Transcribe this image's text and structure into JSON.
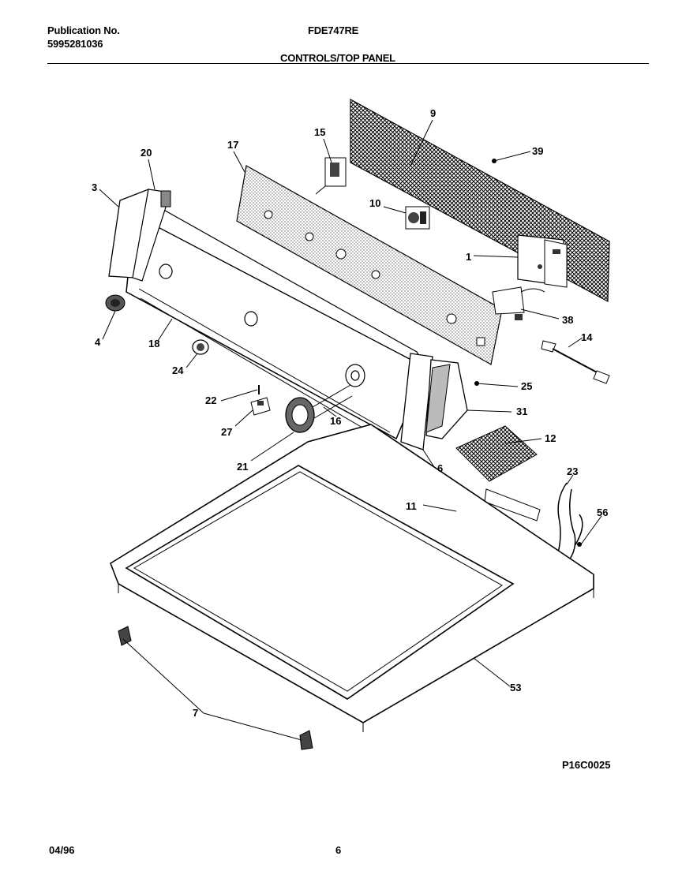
{
  "header": {
    "publication_label": "Publication No.",
    "publication_number": "5995281036",
    "model": "FDE747RE",
    "section_title": "CONTROLS/TOP PANEL"
  },
  "figure_id": "P16C0025",
  "footer": {
    "date": "04/96",
    "page": "6"
  },
  "callouts": {
    "c1": "1",
    "c3": "3",
    "c4": "4",
    "c6": "6",
    "c7": "7",
    "c9": "9",
    "c10": "10",
    "c11": "11",
    "c12": "12",
    "c14": "14",
    "c15": "15",
    "c16": "16",
    "c17": "17",
    "c18": "18",
    "c20": "20",
    "c21": "21",
    "c22": "22",
    "c23": "23",
    "c24": "24",
    "c25": "25",
    "c27": "27",
    "c31": "31",
    "c38": "38",
    "c39": "39",
    "c53": "53",
    "c56": "56"
  }
}
